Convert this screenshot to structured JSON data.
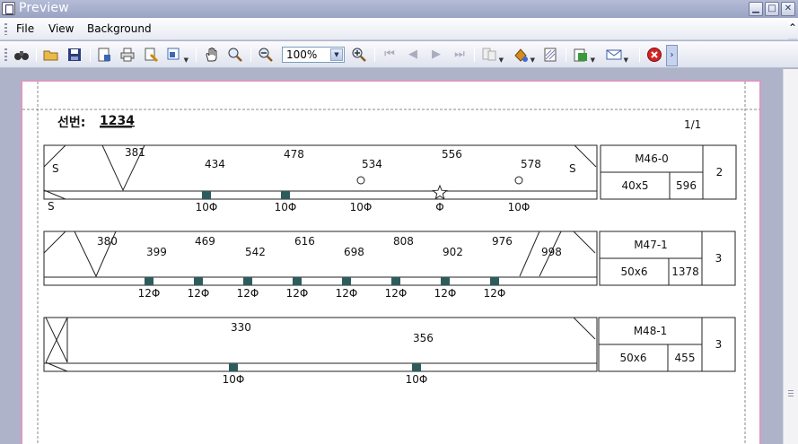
{
  "window": {
    "title": "Preview",
    "min_glyph": "▁",
    "max_glyph": "□",
    "close_glyph": "✕"
  },
  "menu": [
    {
      "label": "File"
    },
    {
      "label": "View"
    },
    {
      "label": "Background"
    }
  ],
  "toolbar": {
    "zoom_value": "100%",
    "icons": [
      "binoculars-icon",
      "open-folder-icon",
      "save-icon",
      "page-setup-icon",
      "print-icon",
      "quick-print-icon",
      "scale-icon",
      "hand-tool-icon",
      "magnifier-icon",
      "zoom-out-icon",
      "zoom-in-icon",
      "first-page-icon",
      "previous-page-icon",
      "next-page-icon",
      "last-page-icon",
      "multiple-pages-icon",
      "color-icon",
      "watermark-icon",
      "export-icon",
      "email-icon",
      "close-preview-icon"
    ]
  },
  "document": {
    "label_prefix": "선번:",
    "label_value": "1234",
    "page_indicator": "1/1",
    "rows": [
      {
        "values": [
          {
            "text": "381"
          },
          {
            "text": "434"
          },
          {
            "text": "478"
          },
          {
            "text": "534"
          },
          {
            "text": "556"
          },
          {
            "text": "578"
          }
        ],
        "side_labels": {
          "left": "S",
          "right": "S",
          "bottom_left": "S"
        },
        "bottom_labels": [
          "10Φ",
          "10Φ",
          "10Φ",
          "Φ",
          "10Φ"
        ],
        "info": {
          "code": "M46-0",
          "size": "40x5",
          "length": "596",
          "count": "2"
        }
      },
      {
        "values": [
          {
            "text": "380"
          },
          {
            "text": "399"
          },
          {
            "text": "469"
          },
          {
            "text": "542"
          },
          {
            "text": "616"
          },
          {
            "text": "698"
          },
          {
            "text": "808"
          },
          {
            "text": "902"
          },
          {
            "text": "976"
          },
          {
            "text": "998"
          }
        ],
        "bottom_labels": [
          "12Φ",
          "12Φ",
          "12Φ",
          "12Φ",
          "12Φ",
          "12Φ",
          "12Φ",
          "12Φ"
        ],
        "info": {
          "code": "M47-1",
          "size": "50x6",
          "length": "1378",
          "count": "3"
        }
      },
      {
        "values": [
          {
            "text": "330"
          },
          {
            "text": "356"
          }
        ],
        "bottom_labels": [
          "10Φ",
          "10Φ"
        ],
        "info": {
          "code": "M48-1",
          "size": "50x6",
          "length": "455",
          "count": "3"
        }
      }
    ]
  }
}
